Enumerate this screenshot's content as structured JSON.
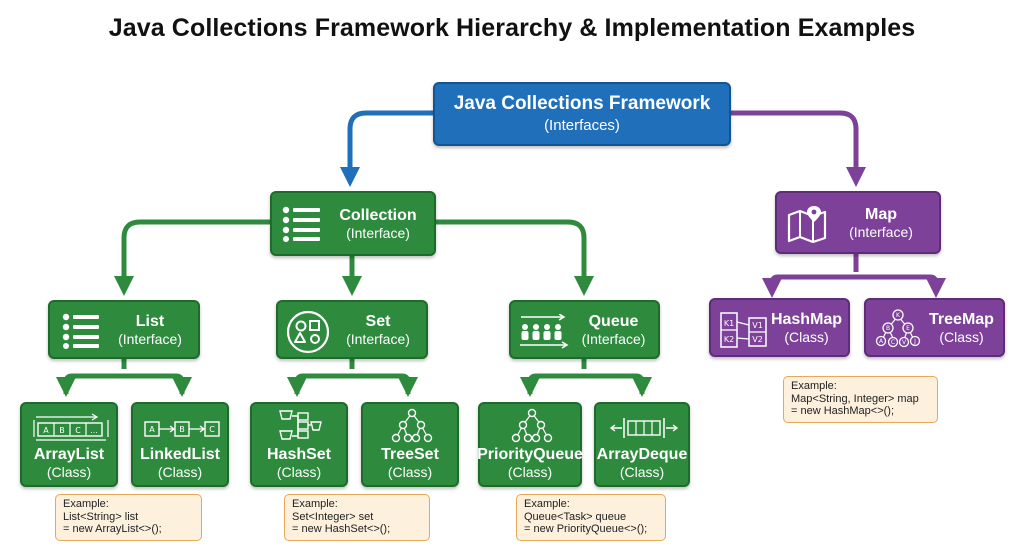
{
  "title": "Java Collections Framework Hierarchy & Implementation Examples",
  "colors": {
    "root": "#1f6fba",
    "collection": "#2e8b3e",
    "map": "#7d4199",
    "note_bg": "#fdf0dd",
    "note_border": "#e6a95a"
  },
  "root": {
    "name": "Java Collections Framework",
    "sub": "(Interfaces)"
  },
  "collection": {
    "name": "Collection",
    "sub": "(Interface)",
    "icon": "list-icon"
  },
  "map": {
    "name": "Map",
    "sub": "(Interface)",
    "icon": "map-icon"
  },
  "interfaces": [
    {
      "name": "List",
      "sub": "(Interface)",
      "icon": "list-icon"
    },
    {
      "name": "Set",
      "sub": "(Interface)",
      "icon": "shapes-icon"
    },
    {
      "name": "Queue",
      "sub": "(Interface)",
      "icon": "people-queue-icon"
    }
  ],
  "classes": [
    {
      "name": "ArrayList",
      "sub": "(Class)",
      "icon": "array-icon",
      "icon_text": [
        "A",
        "B",
        "C",
        "..."
      ]
    },
    {
      "name": "LinkedList",
      "sub": "(Class)",
      "icon": "linked-list-icon",
      "icon_text": [
        "A",
        "B",
        "C"
      ]
    },
    {
      "name": "HashSet",
      "sub": "(Class)",
      "icon": "buckets-icon"
    },
    {
      "name": "TreeSet",
      "sub": "(Class)",
      "icon": "tree-icon"
    },
    {
      "name": "PriorityQueue",
      "sub": "(Class)",
      "icon": "heap-tree-icon"
    },
    {
      "name": "ArrayDeque",
      "sub": "(Class)",
      "icon": "deque-icon"
    }
  ],
  "map_classes": [
    {
      "name": "HashMap",
      "sub": "(Class)",
      "icon": "key-value-icon",
      "icon_text": [
        "K1",
        "V1",
        "K2",
        "V2"
      ]
    },
    {
      "name": "TreeMap",
      "sub": "(Class)",
      "icon": "tree-map-icon",
      "icon_text": [
        "K",
        "B",
        "E",
        "A",
        "C",
        "V",
        "J"
      ]
    }
  ],
  "examples": [
    {
      "lines": [
        "Example:",
        "List<String> list",
        "= new ArrayList<>();"
      ]
    },
    {
      "lines": [
        "Example:",
        "Set<Integer> set",
        "= new HashSet<>();"
      ]
    },
    {
      "lines": [
        "Example:",
        "Queue<Task> queue",
        "= new PriorityQueue<>();"
      ]
    },
    {
      "lines": [
        "Example:",
        "Map<String, Integer> map",
        "= new HashMap<>();"
      ]
    }
  ]
}
